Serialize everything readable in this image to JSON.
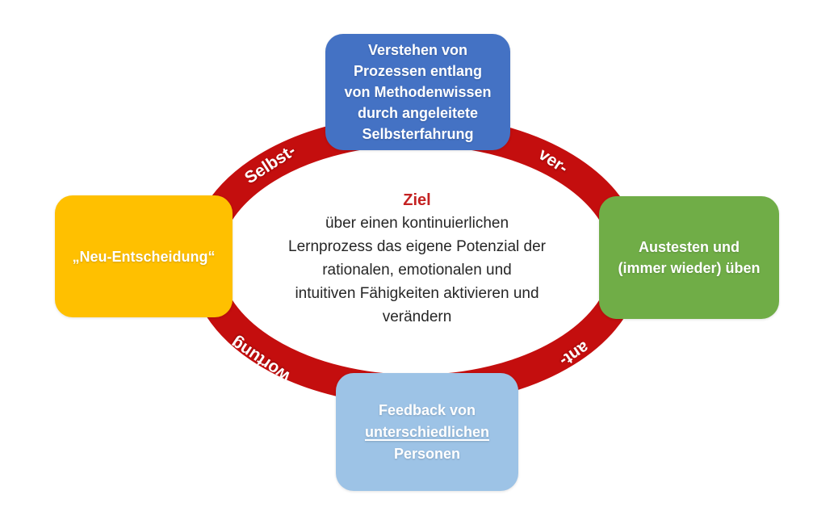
{
  "colors": {
    "ring_red": "#C40E0E",
    "center_title_red": "#C42222",
    "box_blue": "#4472C4",
    "box_yellow": "#FFC000",
    "box_green": "#70AD47",
    "box_lightblue": "#9DC3E6",
    "box_text_white": "#FFFFFF",
    "body_text": "#262626",
    "background": "#FFFFFF"
  },
  "ring_labels": {
    "top_left": "Selbst-",
    "top_right": "ver-",
    "bottom_right": "ant-",
    "bottom_left": "wortung"
  },
  "center": {
    "title": "Ziel",
    "lines": [
      "über einen kontinuierlichen",
      "Lernprozess das eigene Potenzial der",
      "rationalen, emotionalen und",
      "intuitiven Fähigkeiten aktivieren und",
      "verändern"
    ]
  },
  "boxes": {
    "top": {
      "lines": [
        "Verstehen von",
        "Prozessen entlang",
        "von Methodenwissen",
        "durch angeleitete",
        "Selbsterfahrung"
      ]
    },
    "left": {
      "text": "„Neu-Entscheidung“"
    },
    "right": {
      "lines": [
        "Austesten und",
        "(immer wieder) üben"
      ]
    },
    "bottom": {
      "line1": "Feedback von",
      "line2_underlined": "unterschiedlichen",
      "line3": "Personen"
    }
  }
}
